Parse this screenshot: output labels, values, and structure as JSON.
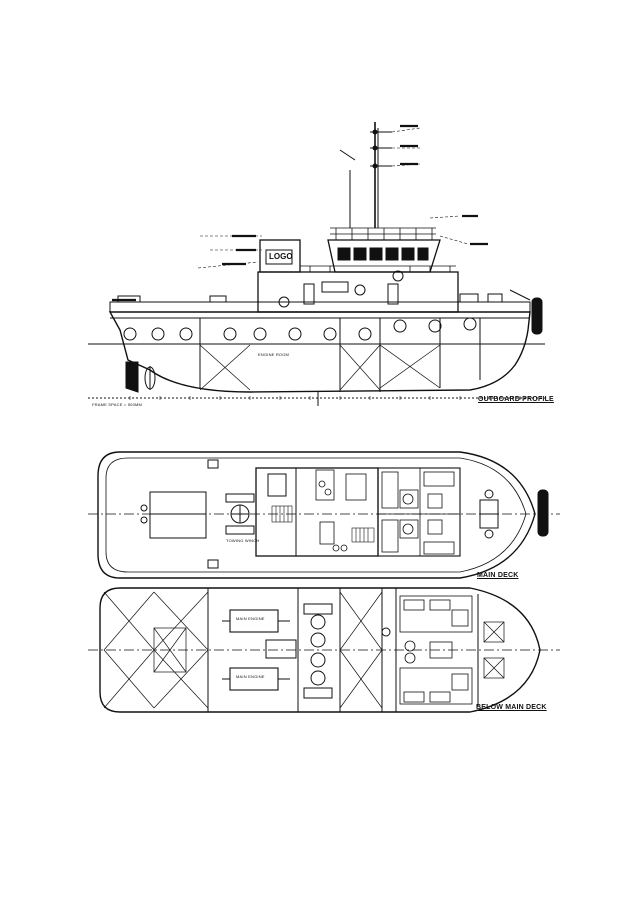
{
  "labels": {
    "logo": "LOGO",
    "outboard_profile": "OUTBOARD PROFILE",
    "main_deck": "MAIN DECK",
    "below_main_deck": "BELOW MAIN DECK",
    "main_engine_1": "MAIN ENGINE",
    "main_engine_2": "MAIN ENGINE",
    "engine_room": "ENGINE ROOM",
    "towing_winch": "TOWING WINCH",
    "frame_line": "FRAME SPACE = 500MM"
  },
  "colors": {
    "ink": "#111111",
    "paper": "#ffffff"
  }
}
